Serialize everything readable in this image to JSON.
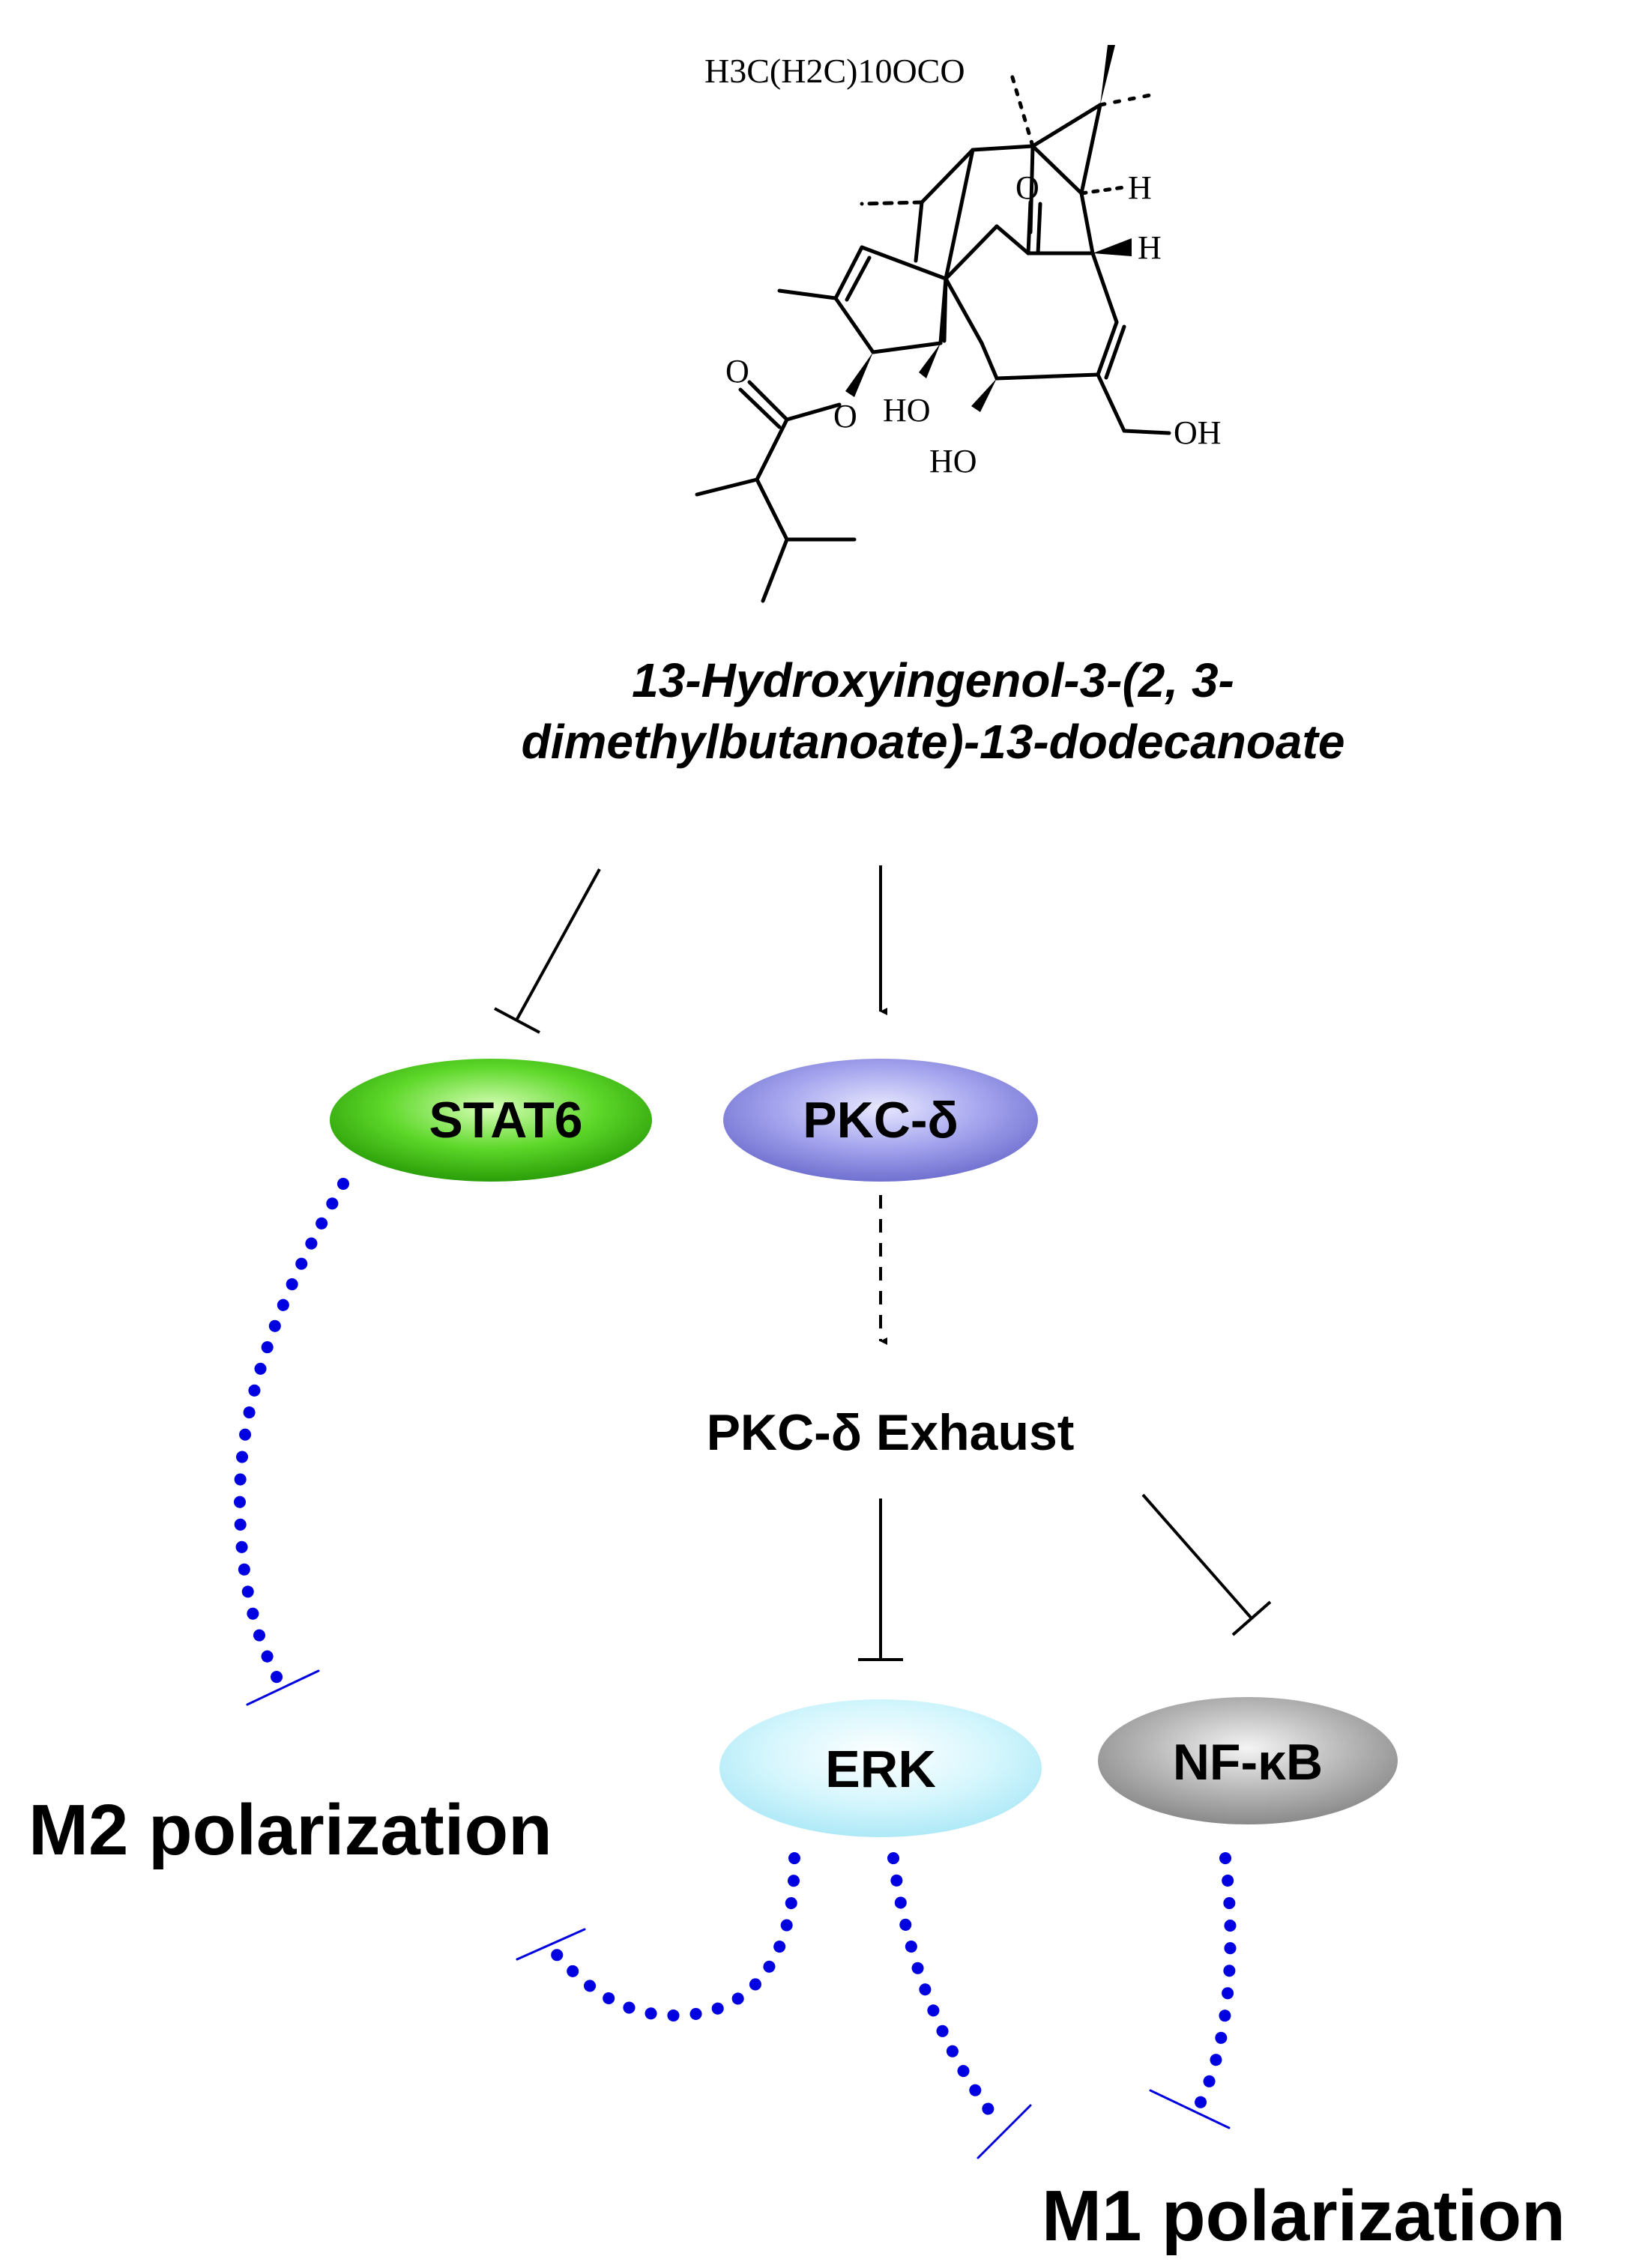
{
  "compound": {
    "name_line1": "13-Hydroxyingenol-3-(2, 3-",
    "name_line2": "dimethylbutanoate)-13-dodecanoate",
    "substituent_label": "H3C(H2C)10OCO",
    "atom_labels": {
      "h_upper": "H",
      "h_lower": "H",
      "ketone_o": "O",
      "ester_carbonyl_o": "O",
      "ester_o": "O",
      "ho_ring": "HO",
      "ho_lower": "HO",
      "oh_side": "OH"
    }
  },
  "nodes": {
    "stat6": {
      "label": "STAT6",
      "color": "#4ad31a"
    },
    "pkc": {
      "label": "PKC-δ",
      "color": "#9090e8"
    },
    "exhaust": {
      "label": "PKC-δ Exhaust"
    },
    "erk": {
      "label": "ERK",
      "color": "#c5f2fb"
    },
    "nfkb": {
      "label": "NF-κB",
      "color": "#a8a8a8"
    }
  },
  "outcomes": {
    "m2": "M2 polarization",
    "m1": "M1 polarization"
  },
  "colors": {
    "inhibit_dotted": "#0000e0",
    "line": "#000000"
  }
}
